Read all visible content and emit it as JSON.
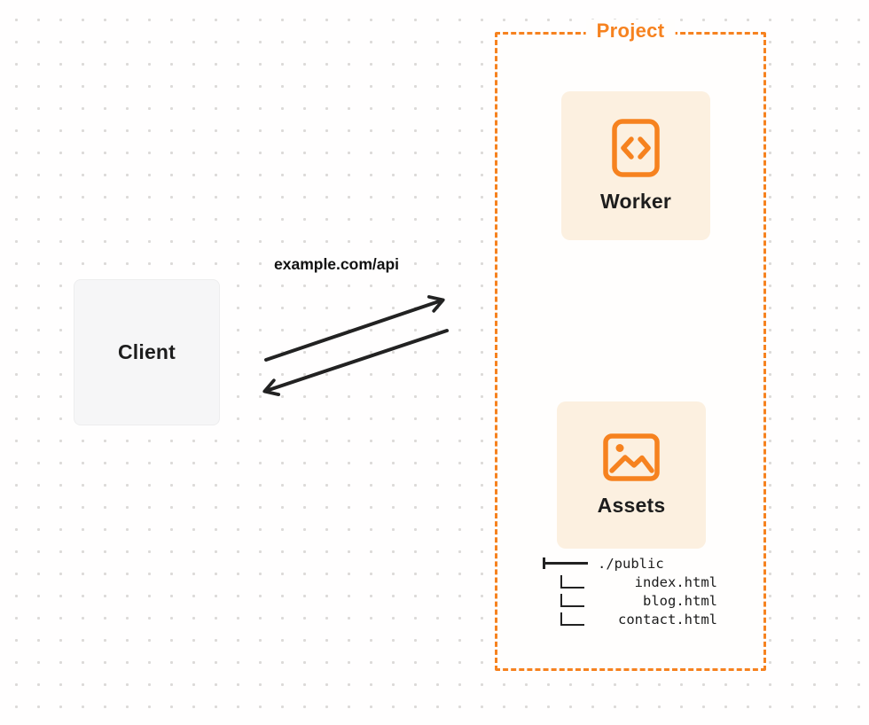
{
  "colors": {
    "orange": "#F6821F",
    "card-bg": "#FCF0E0",
    "client-bg": "#F6F6F7",
    "ink": "#1D1D1D",
    "arrow": "#222222"
  },
  "client": {
    "label": "Client"
  },
  "request": {
    "url_label": "example.com/api"
  },
  "project": {
    "title": "Project",
    "worker": {
      "label": "Worker",
      "icon": "code-brackets-icon"
    },
    "assets": {
      "label": "Assets",
      "icon": "image-icon"
    },
    "file_tree": {
      "root": "./public",
      "files": [
        "index.html",
        "blog.html",
        "contact.html"
      ]
    }
  }
}
